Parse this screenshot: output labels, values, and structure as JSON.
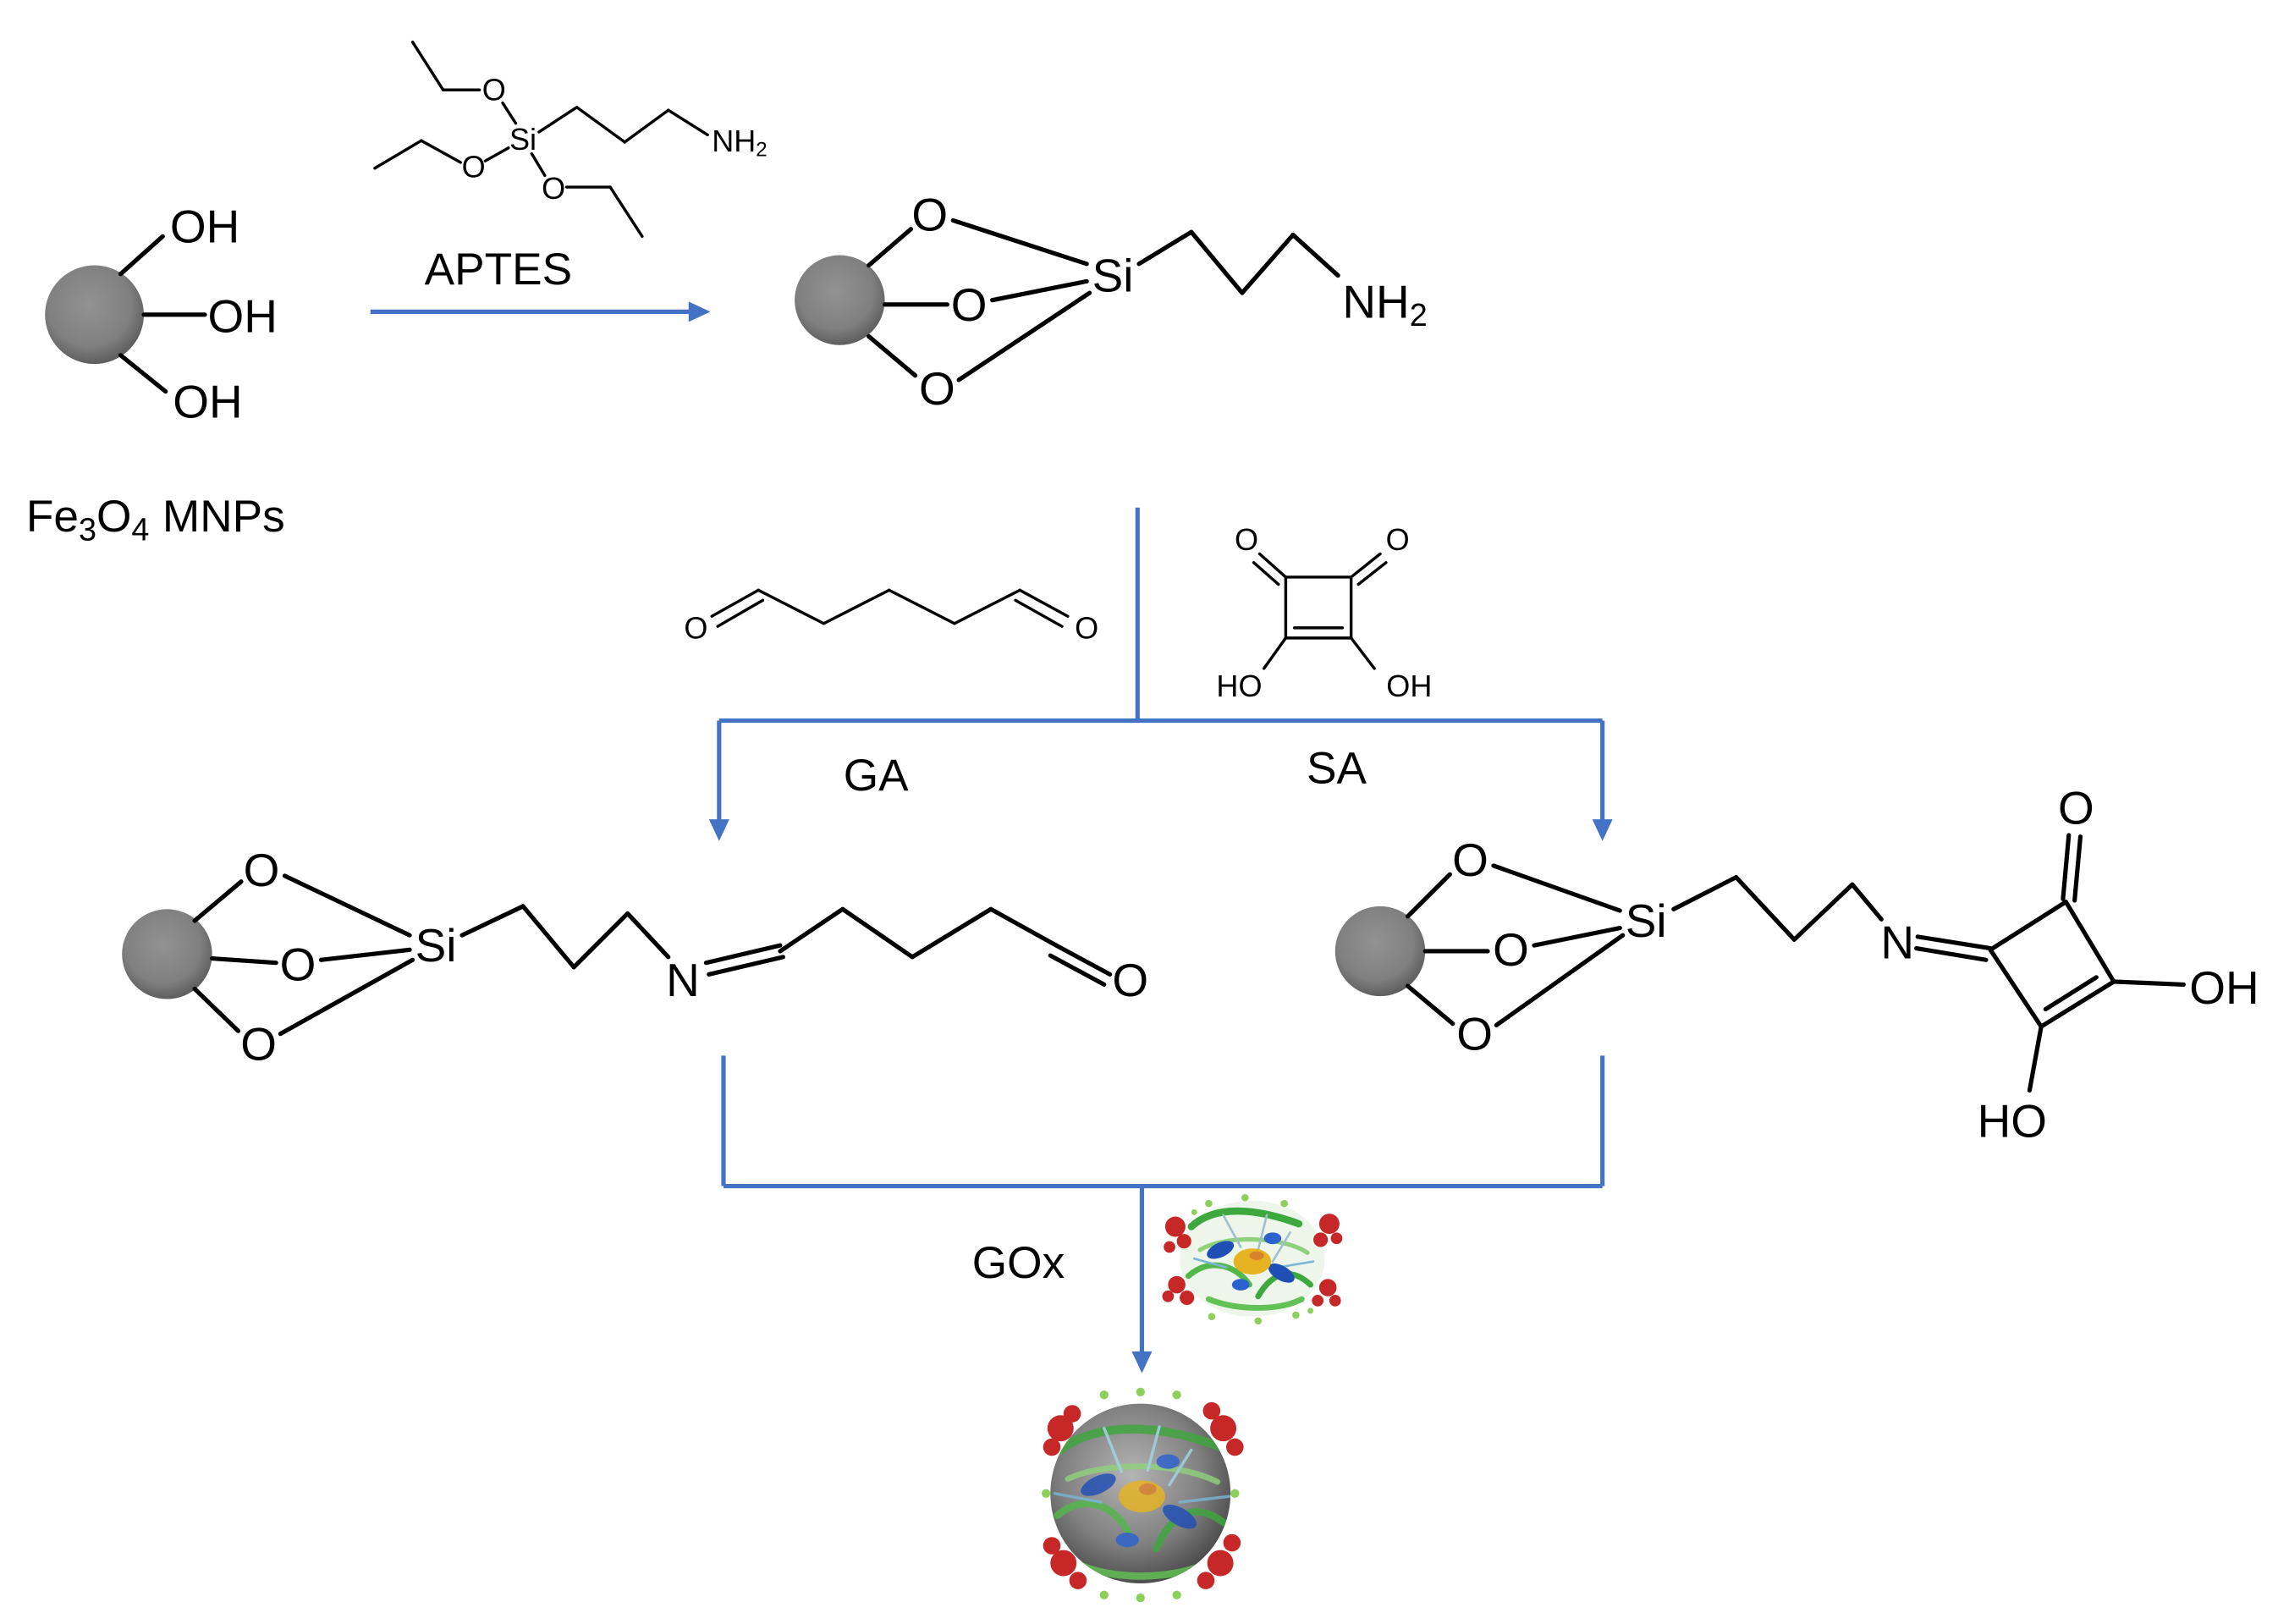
{
  "colors": {
    "arrow": "#4472C4",
    "particle": "#808080",
    "bond": "#000000"
  },
  "start_material": {
    "hydroxyl_labels": [
      "OH",
      "OH",
      "OH"
    ],
    "name_parts": [
      "Fe",
      "3",
      "O",
      "4",
      "MNPs"
    ]
  },
  "aptes": {
    "oxygen_labels": [
      "O",
      "O",
      "O"
    ],
    "silicon_label": "Si",
    "amine": {
      "main": "NH",
      "sub": "2"
    },
    "reagent_label": "APTES"
  },
  "aminated_particle": {
    "oxygen_labels": [
      "O",
      "O",
      "O"
    ],
    "silicon_label": "Si",
    "amine": {
      "main": "NH",
      "sub": "2"
    }
  },
  "glutaraldehyde": {
    "oxygen_labels": [
      "O",
      "O"
    ],
    "reagent_label": "GA"
  },
  "squaric_acid": {
    "oxygen_labels": [
      "O",
      "O"
    ],
    "hydroxyl_left": "HO",
    "hydroxyl_right": "OH",
    "reagent_label": "SA"
  },
  "ga_product": {
    "oxygen_labels": [
      "O",
      "O",
      "O"
    ],
    "silicon_label": "Si",
    "nitrogen_label": "N",
    "aldehyde_oxygen": "O"
  },
  "sa_product": {
    "oxygen_labels": [
      "O",
      "O",
      "O"
    ],
    "silicon_label": "Si",
    "nitrogen_label": "N",
    "carbonyl_oxygen": "O",
    "hydroxyl_right": "OH",
    "hydroxyl_bottom": "HO"
  },
  "enzyme": {
    "reagent_label": "GOx",
    "icon": "protein-structure-icon"
  }
}
